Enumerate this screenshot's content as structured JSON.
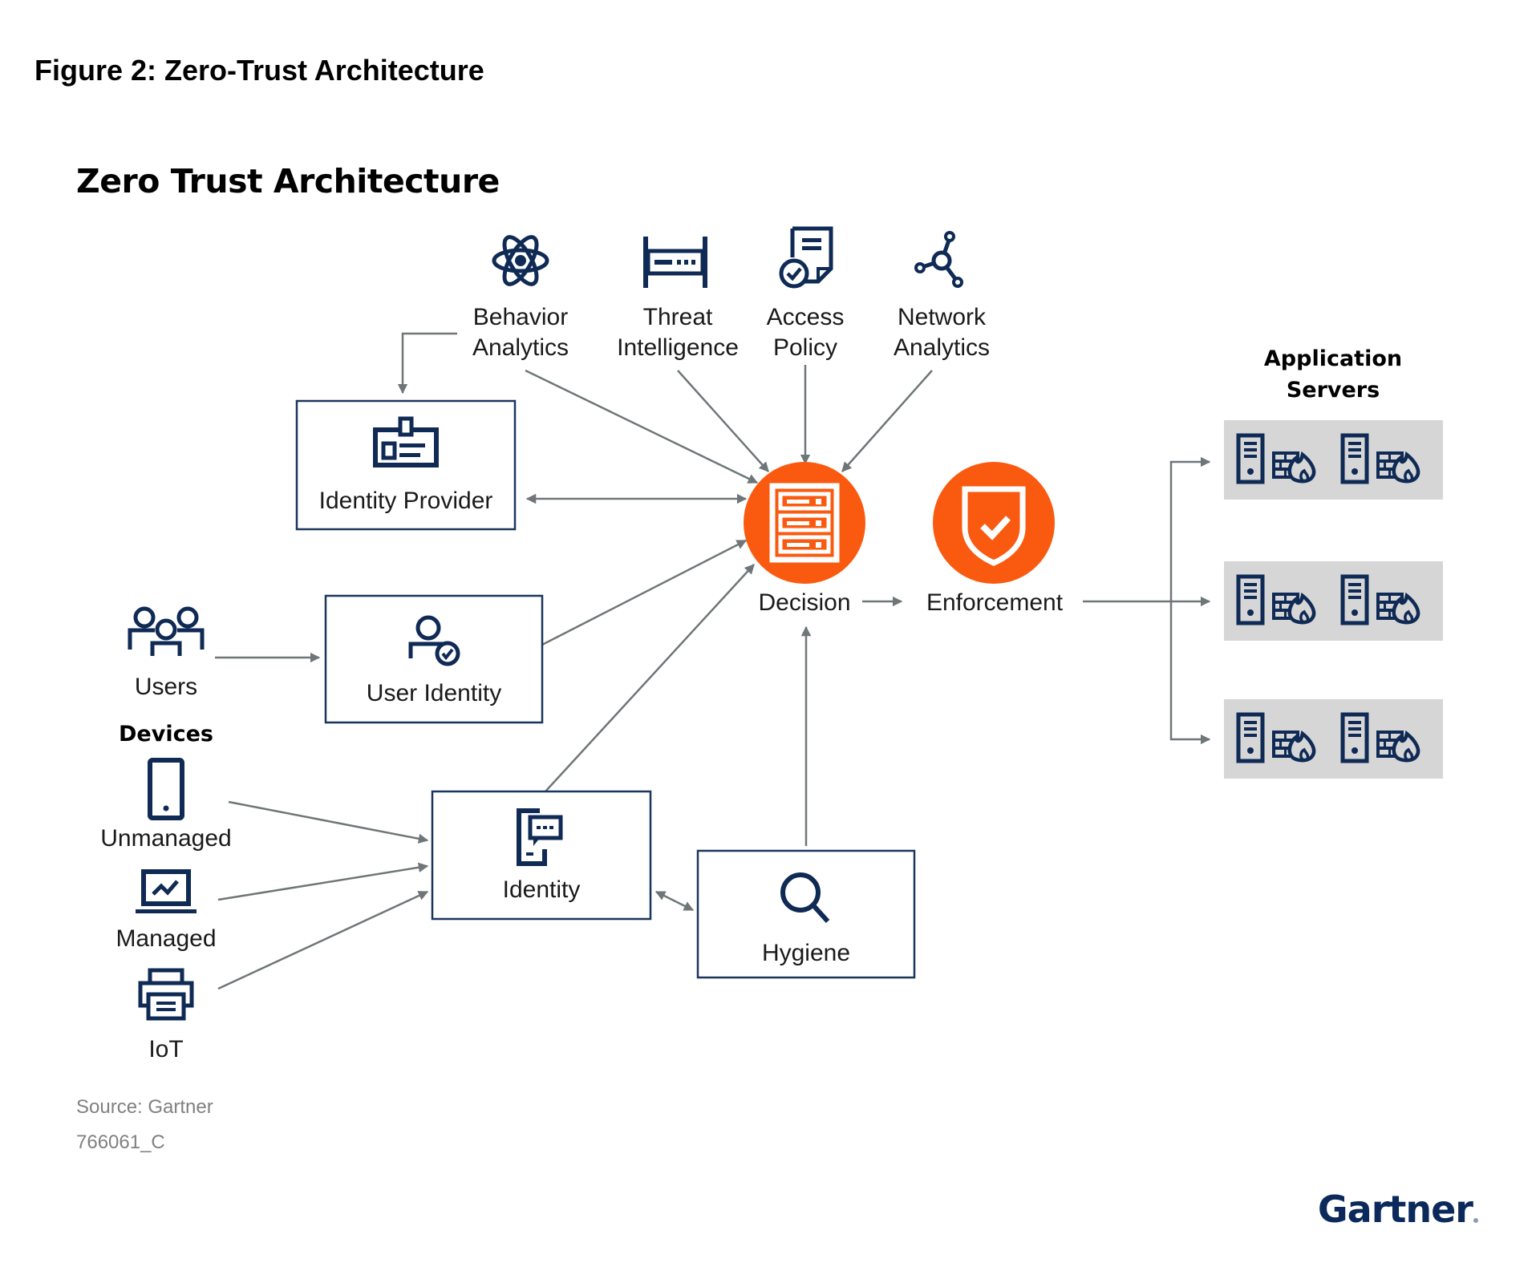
{
  "figure_caption": "Figure 2: Zero-Trust Architecture",
  "diagram": {
    "title": "Zero Trust Architecture",
    "colors": {
      "accent_orange": "#fa5a0f",
      "icon_navy": "#0f2a55",
      "box_border": "#1b365d",
      "connector_gray": "#6f7678",
      "server_panel": "#d6d6d6"
    },
    "inputs_top": [
      {
        "icon": "atom-icon",
        "line1": "Behavior",
        "line2": "Analytics"
      },
      {
        "icon": "rack-server-icon",
        "line1": "Threat",
        "line2": "Intelligence"
      },
      {
        "icon": "policy-document-check-icon",
        "line1": "Access",
        "line2": "Policy"
      },
      {
        "icon": "network-nodes-icon",
        "line1": "Network",
        "line2": "Analytics"
      }
    ],
    "identity_provider": {
      "icon": "id-badge-icon",
      "label": "Identity Provider"
    },
    "users": {
      "icon": "users-group-icon",
      "label": "Users"
    },
    "user_identity": {
      "icon": "user-check-icon",
      "label": "User Identity"
    },
    "devices": {
      "heading": "Devices",
      "items": [
        {
          "icon": "mobile-phone-icon",
          "label": "Unmanaged"
        },
        {
          "icon": "laptop-chart-icon",
          "label": "Managed"
        },
        {
          "icon": "printer-icon",
          "label": "IoT"
        }
      ]
    },
    "device_identity": {
      "icon": "mobile-chat-icon",
      "label": "Identity"
    },
    "hygiene": {
      "icon": "magnifier-icon",
      "label": "Hygiene"
    },
    "decision": {
      "icon": "server-stack-icon",
      "label": "Decision"
    },
    "enforcement": {
      "icon": "shield-check-icon",
      "label": "Enforcement"
    },
    "application_servers": {
      "heading_line1": "Application",
      "heading_line2": "Servers",
      "rows": 3,
      "items_per_row": 2,
      "item_icons": [
        "server-tower-icon",
        "firewall-icon"
      ]
    },
    "connections": [
      {
        "from": "Behavior Analytics",
        "to": "Identity Provider"
      },
      {
        "from": "Behavior Analytics",
        "to": "Decision"
      },
      {
        "from": "Threat Intelligence",
        "to": "Decision"
      },
      {
        "from": "Access Policy",
        "to": "Decision"
      },
      {
        "from": "Network Analytics",
        "to": "Decision"
      },
      {
        "from": "Identity Provider",
        "to": "Decision",
        "bidirectional": true
      },
      {
        "from": "Users",
        "to": "User Identity"
      },
      {
        "from": "User Identity",
        "to": "Decision"
      },
      {
        "from": "Unmanaged",
        "to": "Identity"
      },
      {
        "from": "Managed",
        "to": "Identity"
      },
      {
        "from": "IoT",
        "to": "Identity"
      },
      {
        "from": "Identity",
        "to": "Decision"
      },
      {
        "from": "Identity",
        "to": "Hygiene",
        "bidirectional": true
      },
      {
        "from": "Hygiene",
        "to": "Decision"
      },
      {
        "from": "Decision",
        "to": "Enforcement"
      },
      {
        "from": "Enforcement",
        "to": "Application Servers"
      }
    ]
  },
  "footer": {
    "source": "Source: Gartner",
    "code": "766061_C",
    "logo_text": "Gartner"
  }
}
